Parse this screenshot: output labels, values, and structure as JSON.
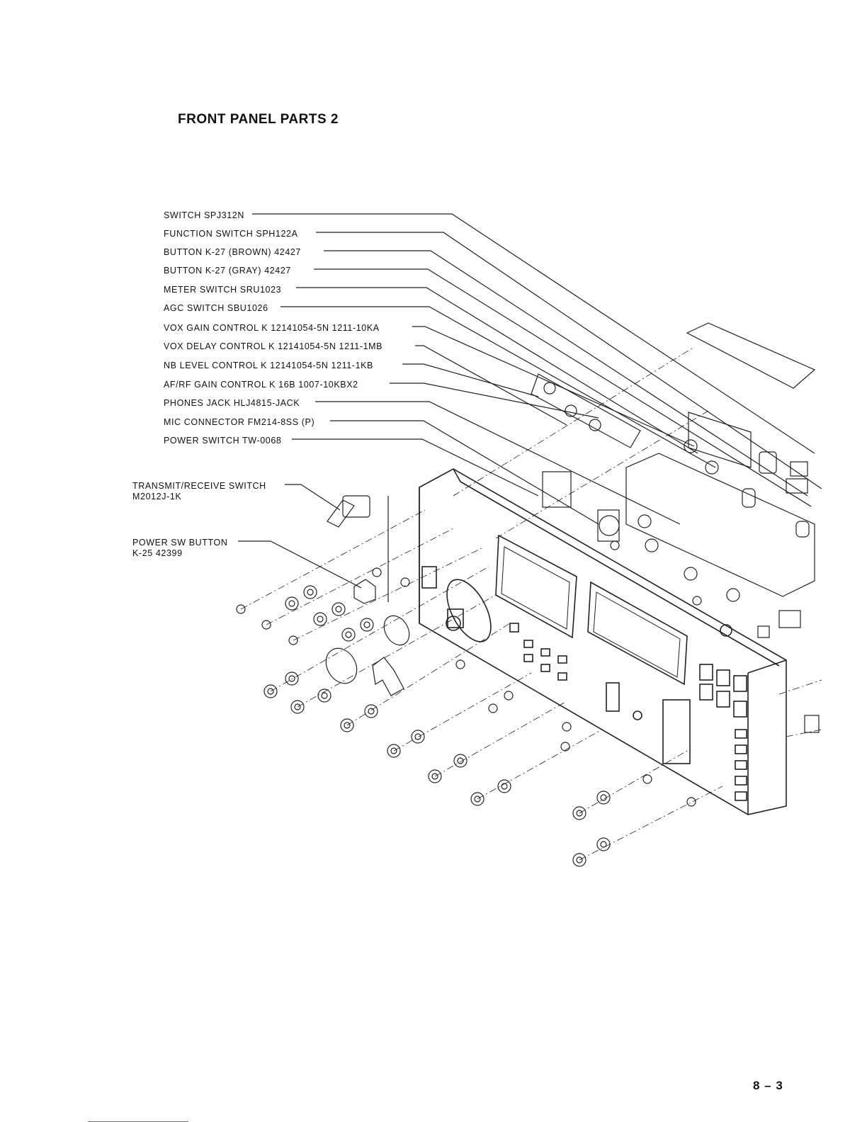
{
  "title": "FRONT PANEL PARTS 2",
  "labels": [
    "SWITCH SPJ312N",
    "FUNCTION SWITCH SPH122A",
    "BUTTON K-27 (BROWN) 42427",
    "BUTTON K-27 (GRAY) 42427",
    "METER SWITCH SRU1023",
    "AGC SWITCH SBU1026",
    "VOX GAIN CONTROL K 12141054-5N 1211-10KA",
    "VOX DELAY CONTROL K 12141054-5N 1211-1MB",
    "NB LEVEL CONTROL K 12141054-5N 1211-1KB",
    "AF/RF GAIN CONTROL K 16B 1007-10KBX2",
    "PHONES JACK HLJ4815-JACK",
    "MIC CONNECTOR FM214-8SS (P)",
    "POWER SWITCH TW-0068"
  ],
  "side_labels": {
    "trx_line1": "TRANSMIT/RECEIVE SWITCH",
    "trx_line2": "M2012J-1K",
    "psw_line1": "POWER SW BUTTON",
    "psw_line2": "K-25 42399"
  },
  "page_number": "8 – 3"
}
